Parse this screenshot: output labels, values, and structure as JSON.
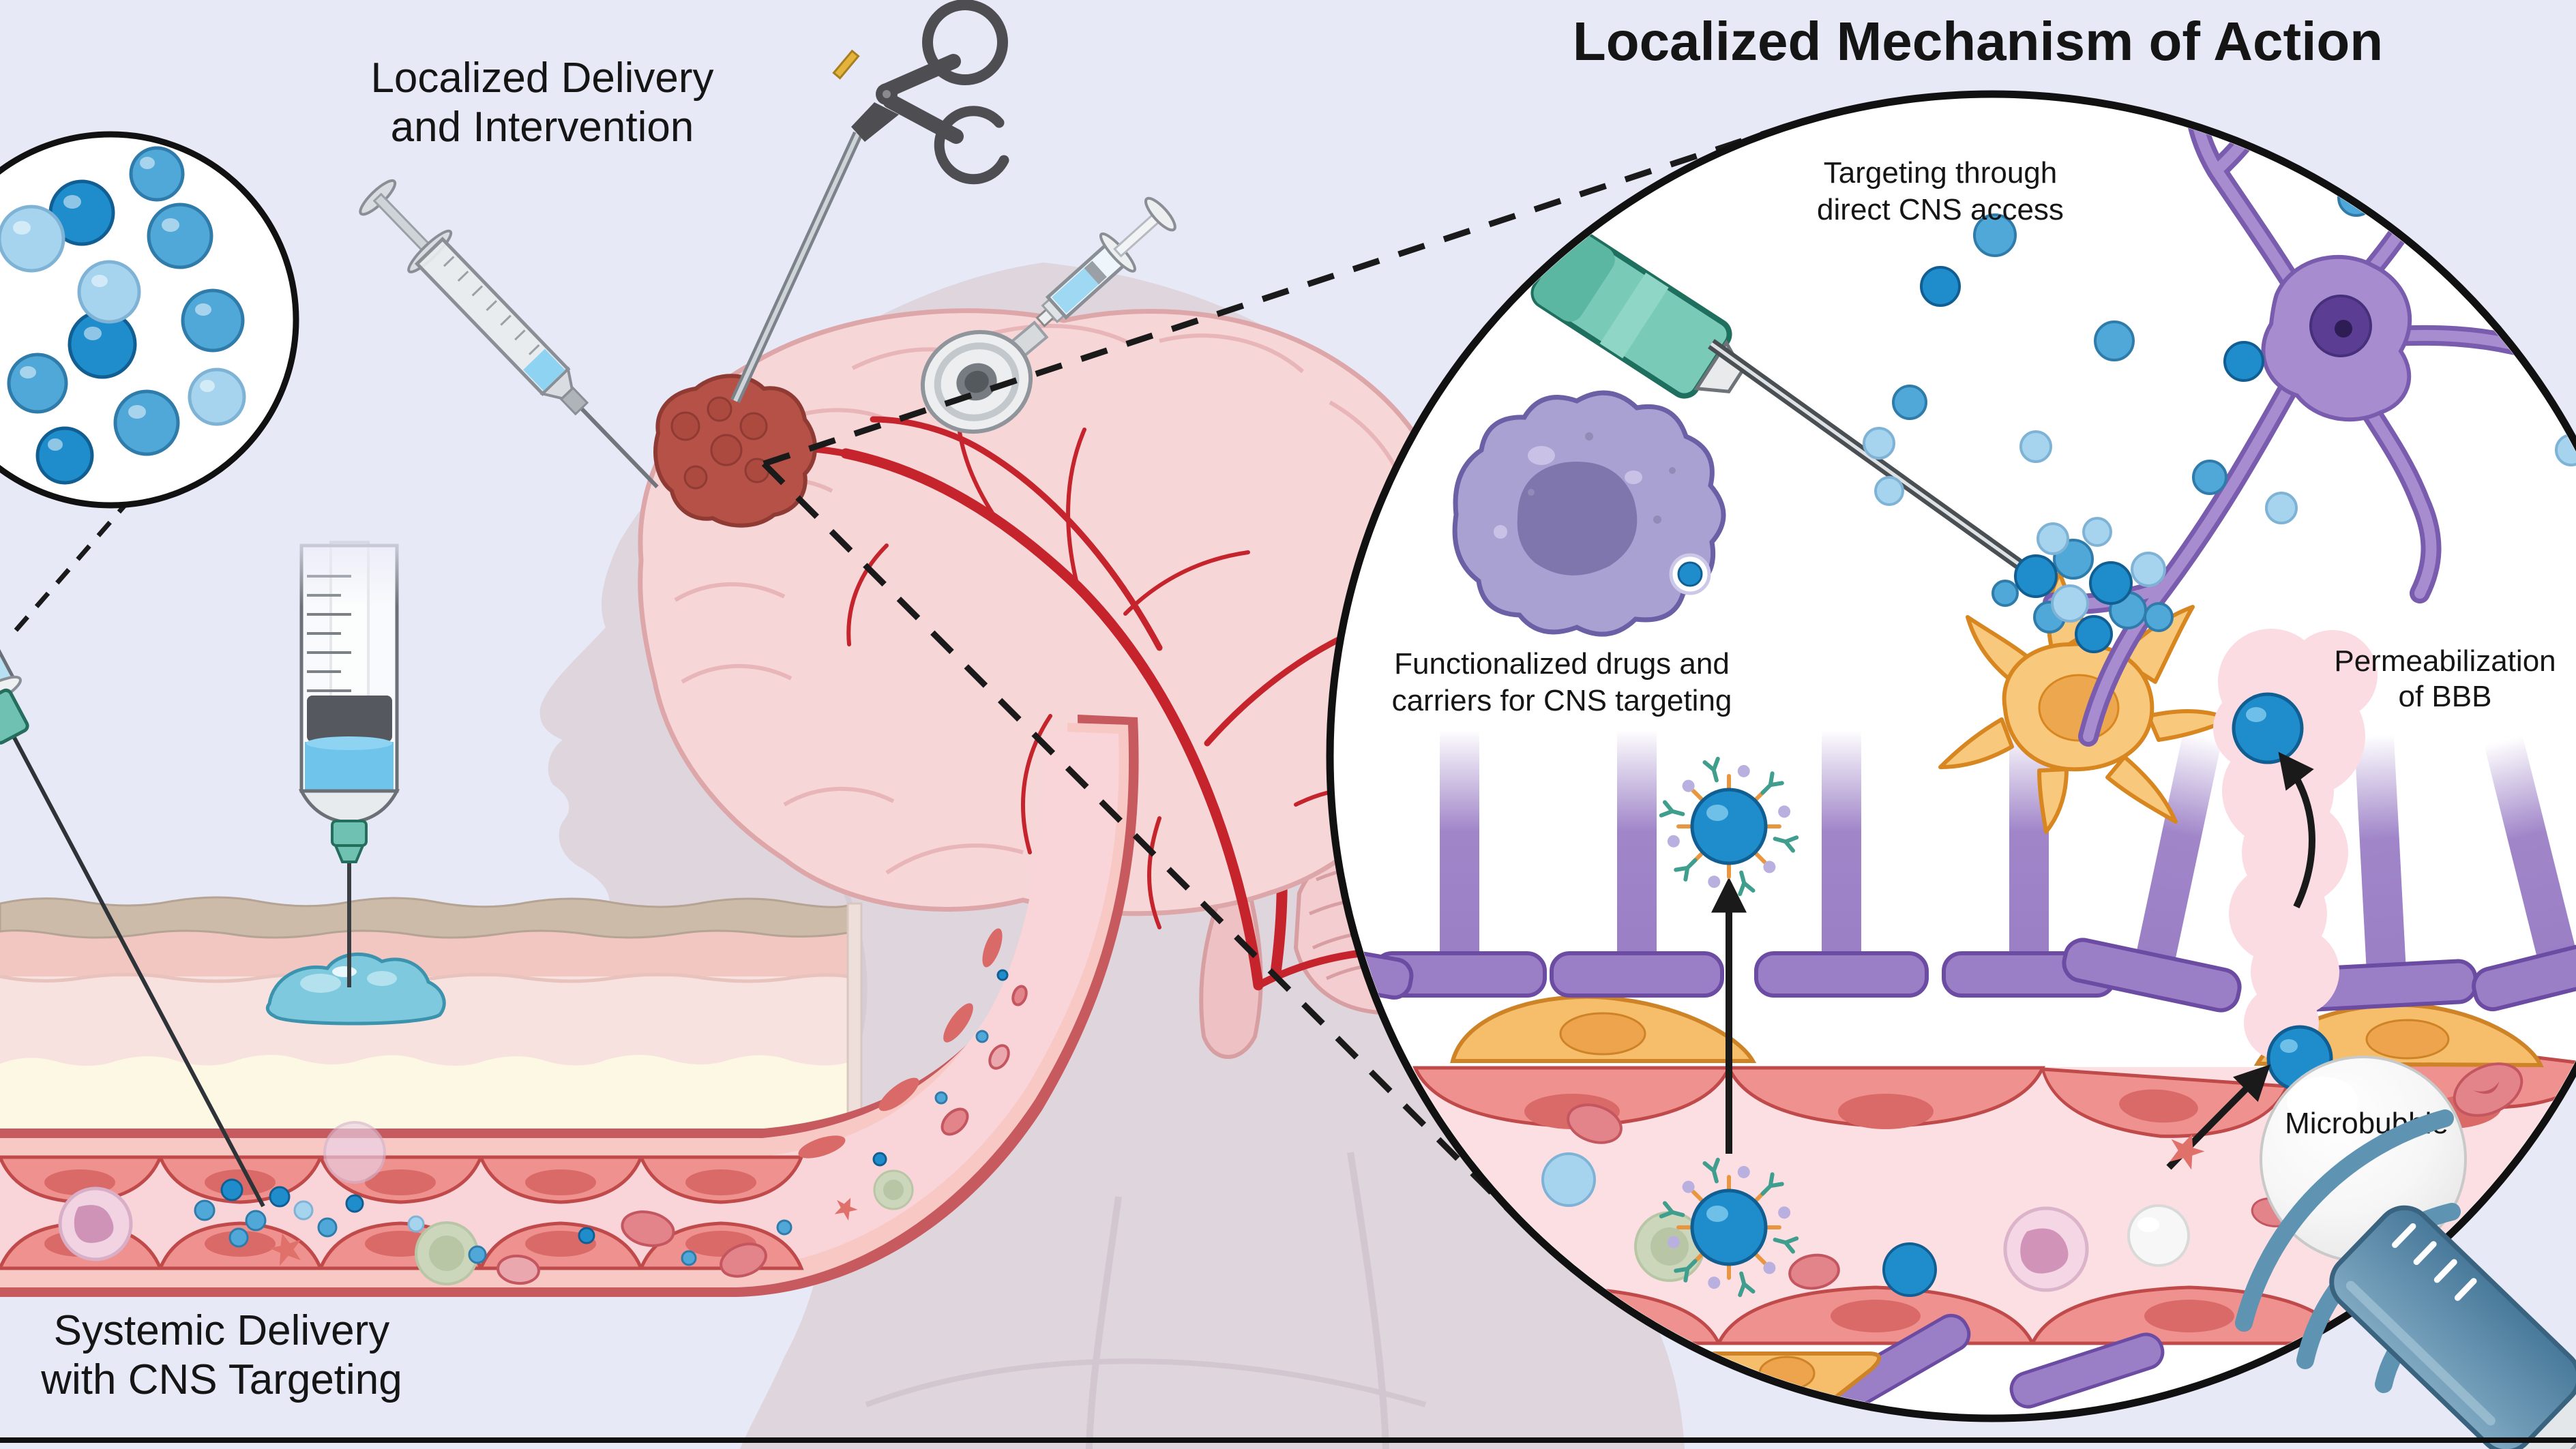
{
  "title": "Localized Mechanism of Action",
  "labels": {
    "localized_delivery": {
      "line1": "Localized Delivery",
      "line2": "and Intervention"
    },
    "systemic_delivery": {
      "line1": "Systemic Delivery",
      "line2": "with CNS Targeting"
    },
    "targeting": {
      "line1": "Targeting through",
      "line2": "direct CNS access"
    },
    "functionalized": {
      "line1": "Functionalized drugs and",
      "line2": "carriers for CNS targeting"
    },
    "permeabilization": {
      "line1": "Permeabilization",
      "line2": "of BBB"
    },
    "microbubble": "Microbubble"
  },
  "palette": {
    "background": "#e7e9f7",
    "ink": "#151515",
    "particle_dark": "#1f8dcb",
    "particle_mid": "#4fa8d8",
    "particle_light": "#a6d4ef",
    "artery_red": "#c5242c",
    "brain_pink": "#f6d6d7",
    "tumor_red": "#b55146",
    "head_gray": "#ded5dd",
    "vessel_wall": "#c65a5f",
    "vessel_lumen": "#f9d4d8",
    "endothelium": "#ef918e",
    "astrocyte_endfoot_purple": "#9b7fc6",
    "pericyte_orange": "#f6be6b",
    "microglia_purple": "#aaa1d3",
    "neuron_purple": "#a78cd0",
    "astrocyte_orange": "#f8c87d",
    "hydrogel_teal": "#7fc9df",
    "needle_hub_teal": "#6fc2b2",
    "ultrasound_blue": "#5e93b2",
    "microbubble_gray": "#ededed",
    "antibody_teal": "#3f9e8d",
    "peg_orange": "#e8963f"
  },
  "icons": [
    "nanoparticles-inset-icon",
    "syringe-icon",
    "hydrogel-syringe-icon",
    "iv-syringe-icon",
    "grasper-tool-icon",
    "cranial-port-icon",
    "port-syringe-icon",
    "brain-icon",
    "tumor-icon",
    "head-silhouette-icon",
    "skin-cross-section-icon",
    "hydrogel-depot-icon",
    "blood-vessel-icon",
    "magnifier-circle-icon",
    "needle-icon",
    "microglia-icon",
    "neuron-icon",
    "astrocyte-icon",
    "blood-brain-barrier-icon",
    "pericyte-icon",
    "functionalized-nanoparticle-icon",
    "microbubble-icon",
    "ultrasound-transducer-icon",
    "red-blood-cell-icon",
    "white-blood-cell-icon",
    "platelet-icon",
    "arrow-icon",
    "callout-dashes-icon"
  ]
}
